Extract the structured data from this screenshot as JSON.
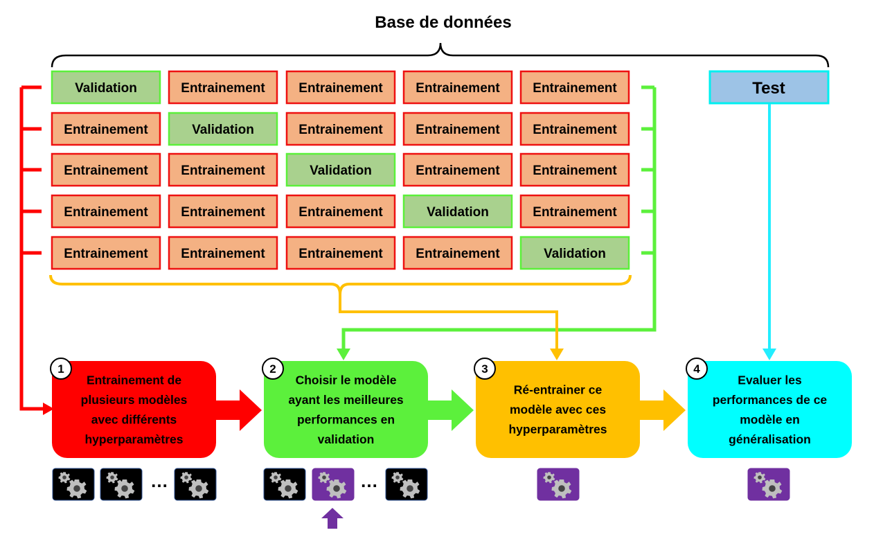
{
  "title": "Base de données",
  "labels": {
    "train": "Entrainement",
    "validation": "Validation",
    "test": "Test"
  },
  "folds": [
    [
      "Validation",
      "Entrainement",
      "Entrainement",
      "Entrainement",
      "Entrainement"
    ],
    [
      "Entrainement",
      "Validation",
      "Entrainement",
      "Entrainement",
      "Entrainement"
    ],
    [
      "Entrainement",
      "Entrainement",
      "Validation",
      "Entrainement",
      "Entrainement"
    ],
    [
      "Entrainement",
      "Entrainement",
      "Entrainement",
      "Validation",
      "Entrainement"
    ],
    [
      "Entrainement",
      "Entrainement",
      "Entrainement",
      "Entrainement",
      "Validation"
    ]
  ],
  "steps": [
    {
      "number": "1",
      "lines": [
        "Entrainement de",
        "plusieurs modèles",
        "avec différents",
        "hyperparamètres"
      ]
    },
    {
      "number": "2",
      "lines": [
        "Choisir le modèle",
        "ayant les meilleures",
        "performances en",
        "validation"
      ]
    },
    {
      "number": "3",
      "lines": [
        "Ré-entrainer ce",
        "modèle avec ces",
        "hyperparamètres"
      ]
    },
    {
      "number": "4",
      "lines": [
        "Evaluer les",
        "performances de ce",
        "modèle en",
        "généralisation"
      ]
    }
  ],
  "ellipsis": "…",
  "colors": {
    "train_fill": "#f4b183",
    "train_border": "#ee1111",
    "validation_fill": "#a9d18e",
    "validation_border": "#5bf03a",
    "test_fill": "#9dc3e6",
    "test_border": "#00f0f0",
    "step1": "#ff0000",
    "step2": "#5cf03c",
    "step3": "#ffc000",
    "step4": "#00ffff",
    "red_line": "#ff0000",
    "green_line": "#5cf03c",
    "yellow_line": "#ffc000",
    "cyan_line": "#22eeff",
    "model_black": "#000000",
    "model_purple": "#7030a0",
    "gear": "#bfbfbf"
  },
  "icons": [
    "gear-icon",
    "arrow-up-icon",
    "number-badge"
  ]
}
